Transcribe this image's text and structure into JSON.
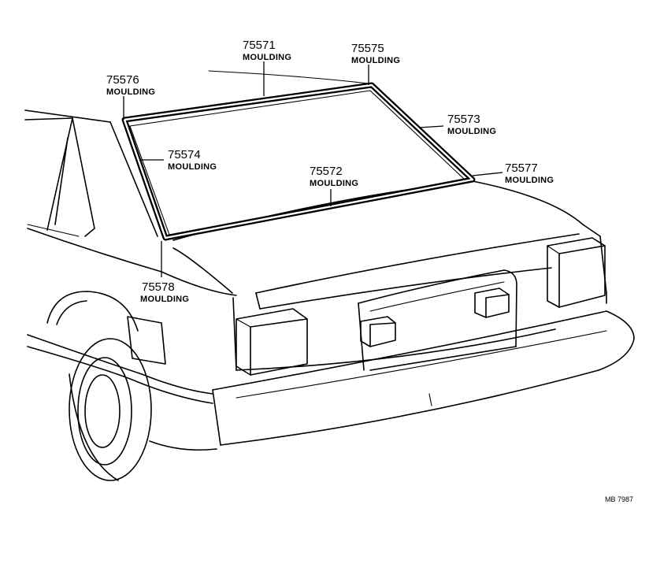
{
  "callouts": [
    {
      "id": "75571",
      "name": "MOULDING"
    },
    {
      "id": "75575",
      "name": "MOULDING"
    },
    {
      "id": "75576",
      "name": "MOULDING"
    },
    {
      "id": "75573",
      "name": "MOULDING"
    },
    {
      "id": "75574",
      "name": "MOULDING"
    },
    {
      "id": "75577",
      "name": "MOULDING"
    },
    {
      "id": "75572",
      "name": "MOULDING"
    },
    {
      "id": "75578",
      "name": "MOULDING"
    }
  ],
  "drawing_code": "MB 7987"
}
